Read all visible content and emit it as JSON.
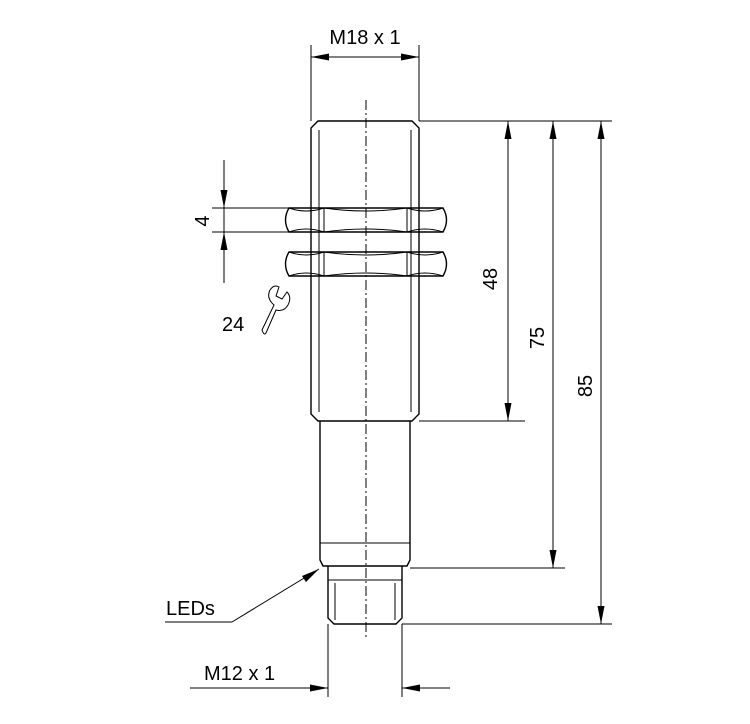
{
  "drawing": {
    "thread_main_label": "M18 x 1",
    "thread_connector_label": "M12 x 1",
    "nut_thickness_label": "4",
    "wrench_size_label": "24",
    "leds_label": "LEDs",
    "dim_threaded_length": "48",
    "dim_body_length": "75",
    "dim_total_length": "85"
  }
}
